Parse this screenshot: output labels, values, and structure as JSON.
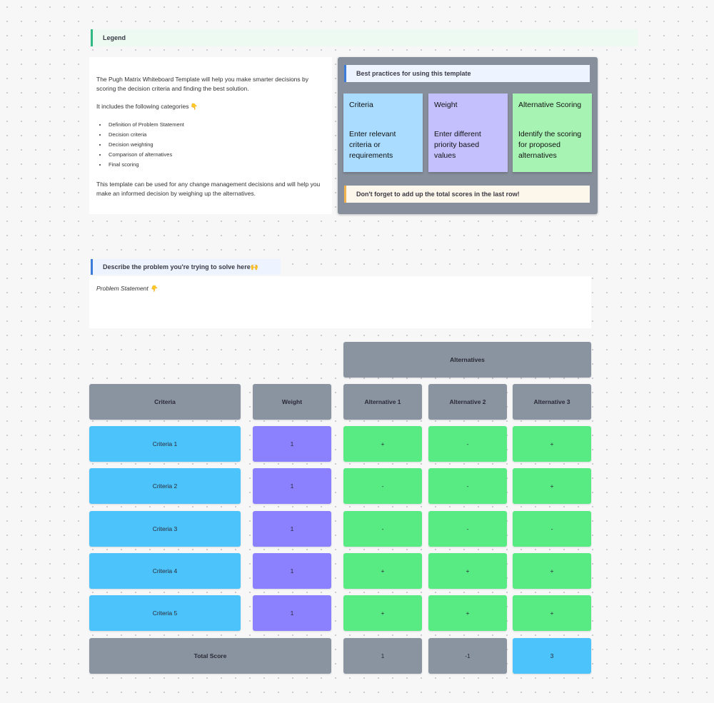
{
  "legend": {
    "title": "Legend"
  },
  "intro": {
    "p1": "The Pugh Matrix Whiteboard Template will help you make smarter decisions by scoring the decision criteria and finding the best solution.",
    "p2": "It includes the following categories 👇",
    "categories": [
      "Definition of Problem Statement",
      "Decision criteria",
      "Decision weighting",
      "Comparison of alternatives",
      "Final scoring"
    ],
    "p3": "This template can be used for any change management decisions and will help you make an informed decision by weighing up the alternatives."
  },
  "best_practices": {
    "title": "Best practices for using this template",
    "cards": [
      {
        "title": "Criteria",
        "body": "Enter relevant criteria or requirements",
        "color": "#a9dcff"
      },
      {
        "title": "Weight",
        "body": "Enter different priority based values",
        "color": "#c3c0fd"
      },
      {
        "title": "Alternative Scoring",
        "body": "Identify the scoring for proposed alternatives",
        "color": "#a7f3b4"
      }
    ],
    "note": "Don't forget to add up the total scores in the last row!"
  },
  "problem": {
    "title": "Describe the problem you're trying to solve here🙌",
    "placeholder": "Problem Statement 👇"
  },
  "matrix": {
    "alternatives_label": "Alternatives",
    "headers": {
      "criteria": "Criteria",
      "weight": "Weight",
      "alternatives": [
        "Alternative 1",
        "Alternative 2",
        "Alternative 3"
      ]
    },
    "rows": [
      {
        "criteria": "Criteria 1",
        "weight": "1",
        "scores": [
          "+",
          "-",
          "+"
        ]
      },
      {
        "criteria": "Criteria 2",
        "weight": "1",
        "scores": [
          "-",
          "-",
          "+"
        ]
      },
      {
        "criteria": "Criteria 3",
        "weight": "1",
        "scores": [
          "-",
          "-",
          "-"
        ]
      },
      {
        "criteria": "Criteria 4",
        "weight": "1",
        "scores": [
          "+",
          "+",
          "+"
        ]
      },
      {
        "criteria": "Criteria 5",
        "weight": "1",
        "scores": [
          "+",
          "+",
          "+"
        ]
      }
    ],
    "total_label": "Total Score",
    "totals": [
      "1",
      "-1",
      "3"
    ],
    "colors": {
      "header": "#8a93a0",
      "criteria": "#4cc3fa",
      "weight": "#8b80fe",
      "score": "#58ea83",
      "best_total": "#4cc3fa"
    }
  }
}
